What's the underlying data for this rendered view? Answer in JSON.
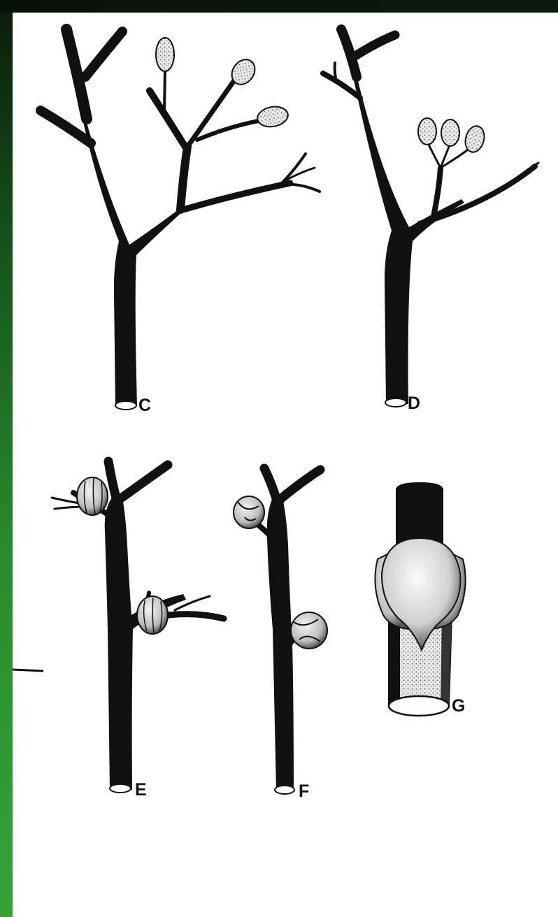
{
  "figure": {
    "panels": [
      {
        "id": "C",
        "label": "C"
      },
      {
        "id": "D",
        "label": "D"
      },
      {
        "id": "E",
        "label": "E"
      },
      {
        "id": "F",
        "label": "F"
      },
      {
        "id": "G",
        "label": "G"
      }
    ]
  },
  "colors": {
    "ink": "#111111",
    "background": "#ffffff",
    "side_bar_green": "#2a8a2e"
  }
}
